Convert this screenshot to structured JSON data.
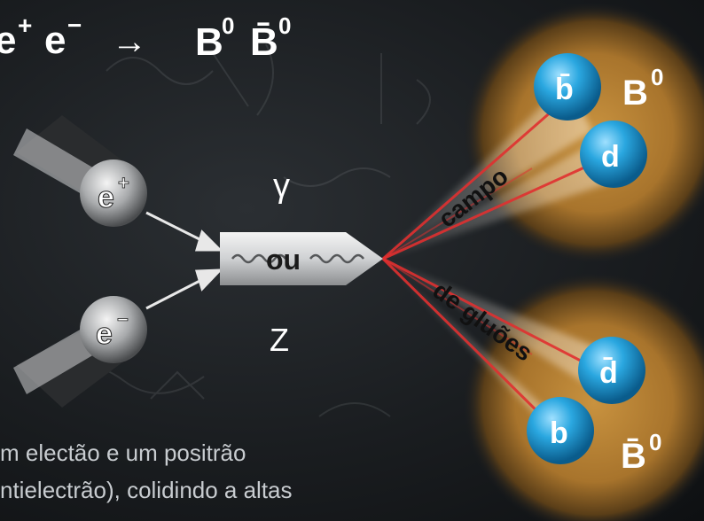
{
  "reaction": {
    "e_plus": "e",
    "e_plus_sup": "+",
    "e_minus": "e",
    "e_minus_sup": "−",
    "arrow": "→",
    "b0": "B",
    "b0_sup": "0",
    "b0bar": "B̄",
    "b0bar_sup": "0"
  },
  "beams": {
    "positron": {
      "label": "e",
      "sup": "+"
    },
    "electron": {
      "label": "e",
      "sup": "−"
    }
  },
  "propagator": {
    "label": "ou",
    "photon": "γ",
    "z_boson": "Z"
  },
  "gluon_field": {
    "top": "campo",
    "bottom": "de gluões"
  },
  "mesons": {
    "b0": {
      "name": "B",
      "sup": "0",
      "quarks": [
        "b̄",
        "d"
      ]
    },
    "b0bar": {
      "name": "B̄",
      "sup": "0",
      "quarks": [
        "d̄",
        "b"
      ]
    }
  },
  "caption": {
    "line1": "m electão e um positrão",
    "line2": "ntielectrão), colidindo a altas"
  },
  "colors": {
    "quark": "#2aa7e0",
    "meson_glow": "#c8923f",
    "gluon": "#e03030",
    "text": "#ffffff"
  }
}
